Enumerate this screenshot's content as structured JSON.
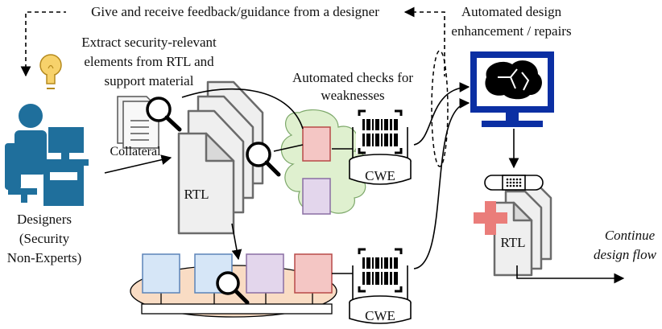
{
  "labels": {
    "feedback": "Give and receive feedback/guidance from a designer",
    "automated_enhancement_line1": "Automated design",
    "automated_enhancement_line2": "enhancement / repairs",
    "extract_line1": "Extract security-relevant",
    "extract_line2": "elements from RTL and",
    "extract_line3": "support material",
    "checks_line1": "Automated checks for",
    "checks_line2": "weaknesses",
    "collateral": "Collateral",
    "rtl_main": "RTL",
    "rtl_repaired": "RTL",
    "cwe_top": "CWE",
    "cwe_bottom": "CWE",
    "designers_line1": "Designers",
    "designers_line2": "(Security",
    "designers_line3": "Non-Experts)",
    "continue_line1": "Continue",
    "continue_line2": "design flow"
  },
  "colors": {
    "designer_blue": "#1f6f9c",
    "bulb_yellow": "#f7d26b",
    "cloud_green": "#dff0cf",
    "red_block": "#f4c6c4",
    "purple_block": "#e3d6ec",
    "blue_block": "#d6e6f7",
    "bus_peach": "#f9dcc4",
    "monitor_blue": "#0b2fa3",
    "cross_red": "#ea7d7a"
  },
  "icons": [
    "lightbulb-icon",
    "designer-icon",
    "magnifier-icon",
    "barcode-icon",
    "brain-monitor-icon",
    "bandage-icon",
    "plus-cross-icon"
  ]
}
